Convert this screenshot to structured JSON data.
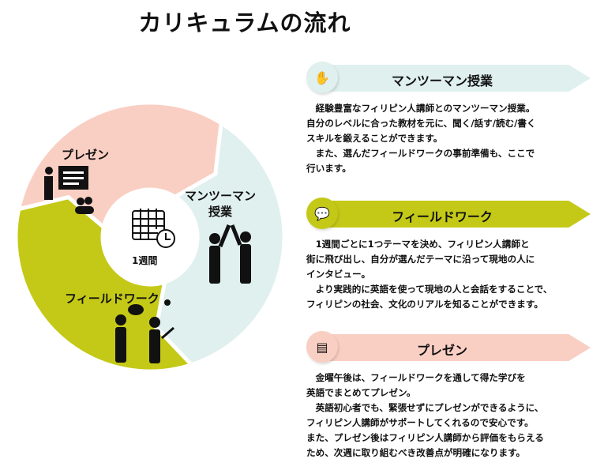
{
  "title": "カリキュラムの流れ",
  "colors": {
    "mint": "#dff0ee",
    "lime": "#c4c917",
    "pink": "#f9cfc3"
  },
  "cycle": {
    "center_label": "1週間",
    "presen": "プレゼン",
    "manto_line1": "マンツーマン",
    "manto_line2": "授業",
    "field": "フィールドワーク"
  },
  "sections": [
    {
      "heading": "マンツーマン授業",
      "text": "　経験豊富なフィリピン人講師とのマンツーマン授業。\n自分のレベルに合った教材を元に、聞く/話す/読む/書く\nスキルを鍛えることができます。\n　また、選んだフィールドワークの事前準備も、ここで\n行います。"
    },
    {
      "heading": "フィールドワーク",
      "text": "　1週間ごとに1つテーマを決め、フィリピン人講師と\n街に飛び出し、自分が選んだテーマに沿って現地の人に\nインタビュー。\n　より実践的に英語を使って現地の人と会話をすることで、\nフィリピンの社会、文化のリアルを知ることができます。"
    },
    {
      "heading": "プレゼン",
      "text": "　金曜午後は、フィールドワークを通して得た学びを\n英語でまとめてプレゼン。\n　英語初心者でも、緊張せずにプレゼンができるように、\nフィリピン人講師がサポートしてくれるので安心です。\nまた、プレゼン後はフィリピン人講師から評価をもらえる\nため、次週に取り組むべき改善点が明確になります。"
    }
  ]
}
